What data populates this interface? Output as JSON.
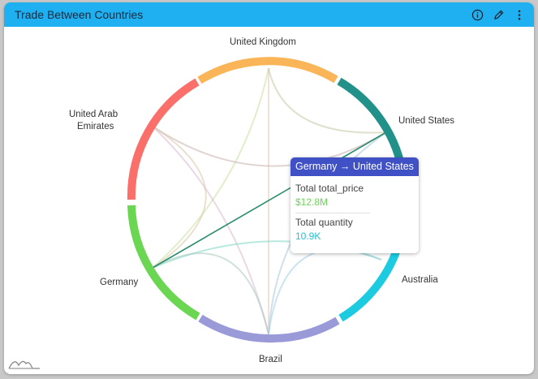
{
  "widget": {
    "title": "Trade Between Countries",
    "icons": [
      "info-icon",
      "edit-pencil-icon",
      "more-vertical-icon"
    ]
  },
  "tooltip": {
    "title": "Germany → United States",
    "metric1_label": "Total total_price",
    "metric1_value": "$12.8M",
    "metric1_color": "#6dd35a",
    "metric2_label": "Total quantity",
    "metric2_value": "10.9K",
    "metric2_color": "#1fc1d8"
  },
  "labels": {
    "uk": "United Kingdom",
    "us": "United States",
    "uae1": "United Arab",
    "uae2": "Emirates",
    "germany": "Germany",
    "australia": "Australia",
    "brazil": "Brazil"
  },
  "chart_data": {
    "type": "chord",
    "title": "Trade Between Countries",
    "nodes": [
      {
        "name": "United Kingdom",
        "color": "#f9b557",
        "start_deg": -60,
        "end_deg": 28
      },
      {
        "name": "United States",
        "color": "#22918a",
        "start_deg": 29,
        "end_deg": 95
      },
      {
        "name": "Australia",
        "color": "#1ccbe0",
        "start_deg": 96,
        "end_deg": 140
      },
      {
        "name": "Brazil",
        "color": "#9b9ad8",
        "start_deg": 141,
        "end_deg": 218
      },
      {
        "name": "Germany",
        "color": "#6bd652",
        "start_deg": 219,
        "end_deg": 271
      },
      {
        "name": "United Arab Emirates",
        "color": "#fb6f6b",
        "start_deg": 272,
        "end_deg": 300
      }
    ],
    "highlighted_link": {
      "source": "Germany",
      "target": "United States",
      "total_price": "$12.8M",
      "total_quantity": "10.9K"
    },
    "links": [
      {
        "source": "United Kingdom",
        "target": "Brazil"
      },
      {
        "source": "United Kingdom",
        "target": "Germany"
      },
      {
        "source": "United Kingdom",
        "target": "United States"
      },
      {
        "source": "United Arab Emirates",
        "target": "United States"
      },
      {
        "source": "United Arab Emirates",
        "target": "Germany"
      },
      {
        "source": "United Arab Emirates",
        "target": "Brazil"
      },
      {
        "source": "Germany",
        "target": "United States"
      },
      {
        "source": "Germany",
        "target": "Australia"
      },
      {
        "source": "Germany",
        "target": "Brazil"
      },
      {
        "source": "Brazil",
        "target": "United States"
      },
      {
        "source": "Brazil",
        "target": "Australia"
      }
    ]
  }
}
